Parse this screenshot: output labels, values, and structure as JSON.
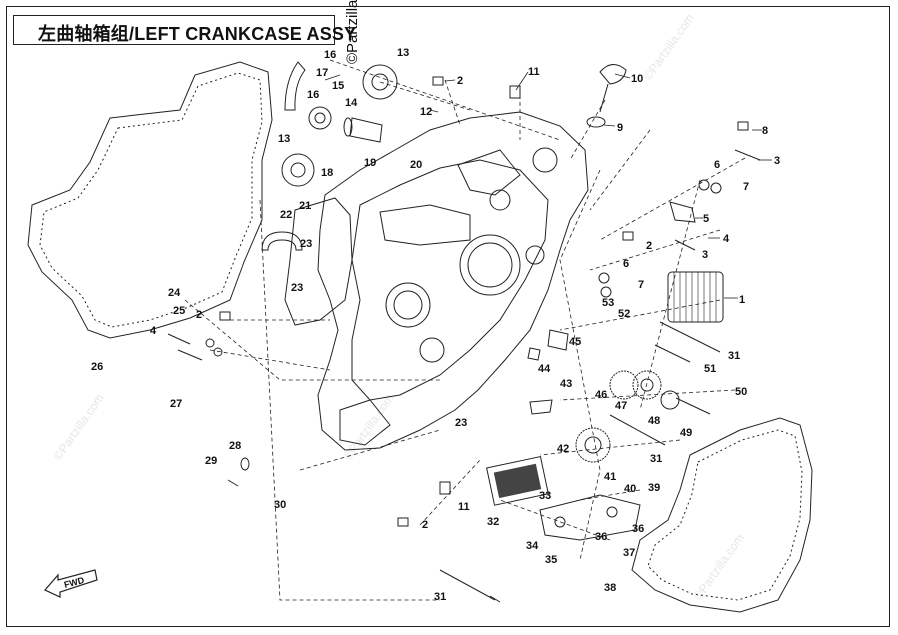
{
  "title": "左曲轴箱组/LEFT CRANKCASE ASSY",
  "brand": "©Partzilla",
  "watermark": "©Partzilla.com",
  "fwd_label": "FWD",
  "callouts": [
    "1",
    "2",
    "3",
    "4",
    "5",
    "6",
    "7",
    "8",
    "9",
    "10",
    "11",
    "12",
    "13",
    "14",
    "15",
    "16",
    "17",
    "18",
    "19",
    "20",
    "21",
    "22",
    "23",
    "24",
    "25",
    "26",
    "27",
    "28",
    "29",
    "30",
    "31",
    "32",
    "33",
    "34",
    "35",
    "36",
    "37",
    "38",
    "39",
    "40",
    "41",
    "42",
    "43",
    "44",
    "45",
    "46",
    "47",
    "48",
    "49",
    "50",
    "51",
    "52",
    "53"
  ]
}
